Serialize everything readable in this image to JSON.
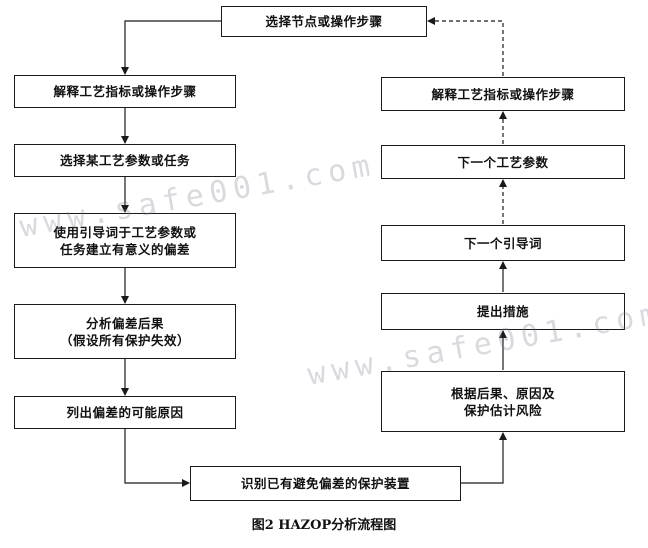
{
  "nodes": {
    "select_node": "选择节点或操作步骤",
    "explain_left": "解释工艺指标或操作步骤",
    "select_param": "选择某工艺参数或任务",
    "guideword_line1": "使用引导词于工艺参数或",
    "guideword_line2": "任务建立有意义的偏差",
    "analyze_line1": "分析偏差后果",
    "analyze_line2": "（假设所有保护失效）",
    "list_causes": "列出偏差的可能原因",
    "identify_protection": "识别已有避免偏差的保护装置",
    "evaluate_line1": "根据后果、原因及",
    "evaluate_line2": "保护估计风险",
    "propose_measures": "提出措施",
    "next_guideword": "下一个引导词",
    "next_param": "下一个工艺参数",
    "explain_right": "解释工艺指标或操作步骤"
  },
  "watermark": "www.safe001.com",
  "caption": "图2 HAZOP分析流程图"
}
